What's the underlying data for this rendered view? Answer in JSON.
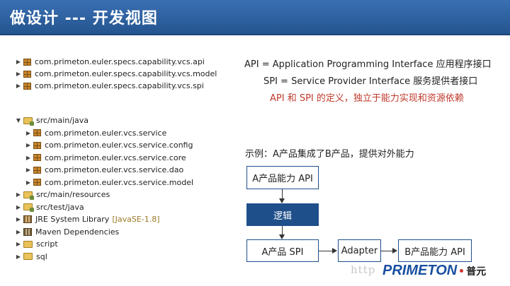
{
  "header": {
    "title": "做设计 --- 开发视图"
  },
  "tree_top": [
    "com.primeton.euler.specs.capability.vcs.api",
    "com.primeton.euler.specs.capability.vcs.model",
    "com.primeton.euler.specs.capability.vcs.spi"
  ],
  "tree_main": {
    "root": "src/main/java",
    "packages": [
      "com.primeton.euler.vcs.service",
      "com.primeton.euler.vcs.service.config",
      "com.primeton.euler.vcs.service.core",
      "com.primeton.euler.vcs.service.dao",
      "com.primeton.euler.vcs.service.model"
    ],
    "resources": "src/main/resources",
    "test": "src/test/java",
    "jre": "JRE System Library",
    "jre_suffix": "[JavaSE-1.8]",
    "maven": "Maven Dependencies",
    "script": "script",
    "sql": "sql"
  },
  "definitions": {
    "api": "API =  Application Programming Interface 应用程序接口",
    "spi": "SPI = Service Provider Interface 服务提供者接口",
    "note": "API 和 SPI 的定义，独立于能力实现和资源依赖"
  },
  "example": {
    "caption": "示例：A产品集成了B产品，提供对外能力",
    "box_a_api": "A产品能力 API",
    "box_logic": "逻辑",
    "box_a_spi": "A产品 SPI",
    "box_adapter": "Adapter",
    "box_b_api": "B产品能力 API"
  },
  "watermark": "http",
  "logo": {
    "text": "PRIMETON",
    "cn": "普元"
  },
  "colors": {
    "header": "#2b5f9f",
    "accent_red": "#c0392b",
    "box_border": "#1f4f8a"
  }
}
